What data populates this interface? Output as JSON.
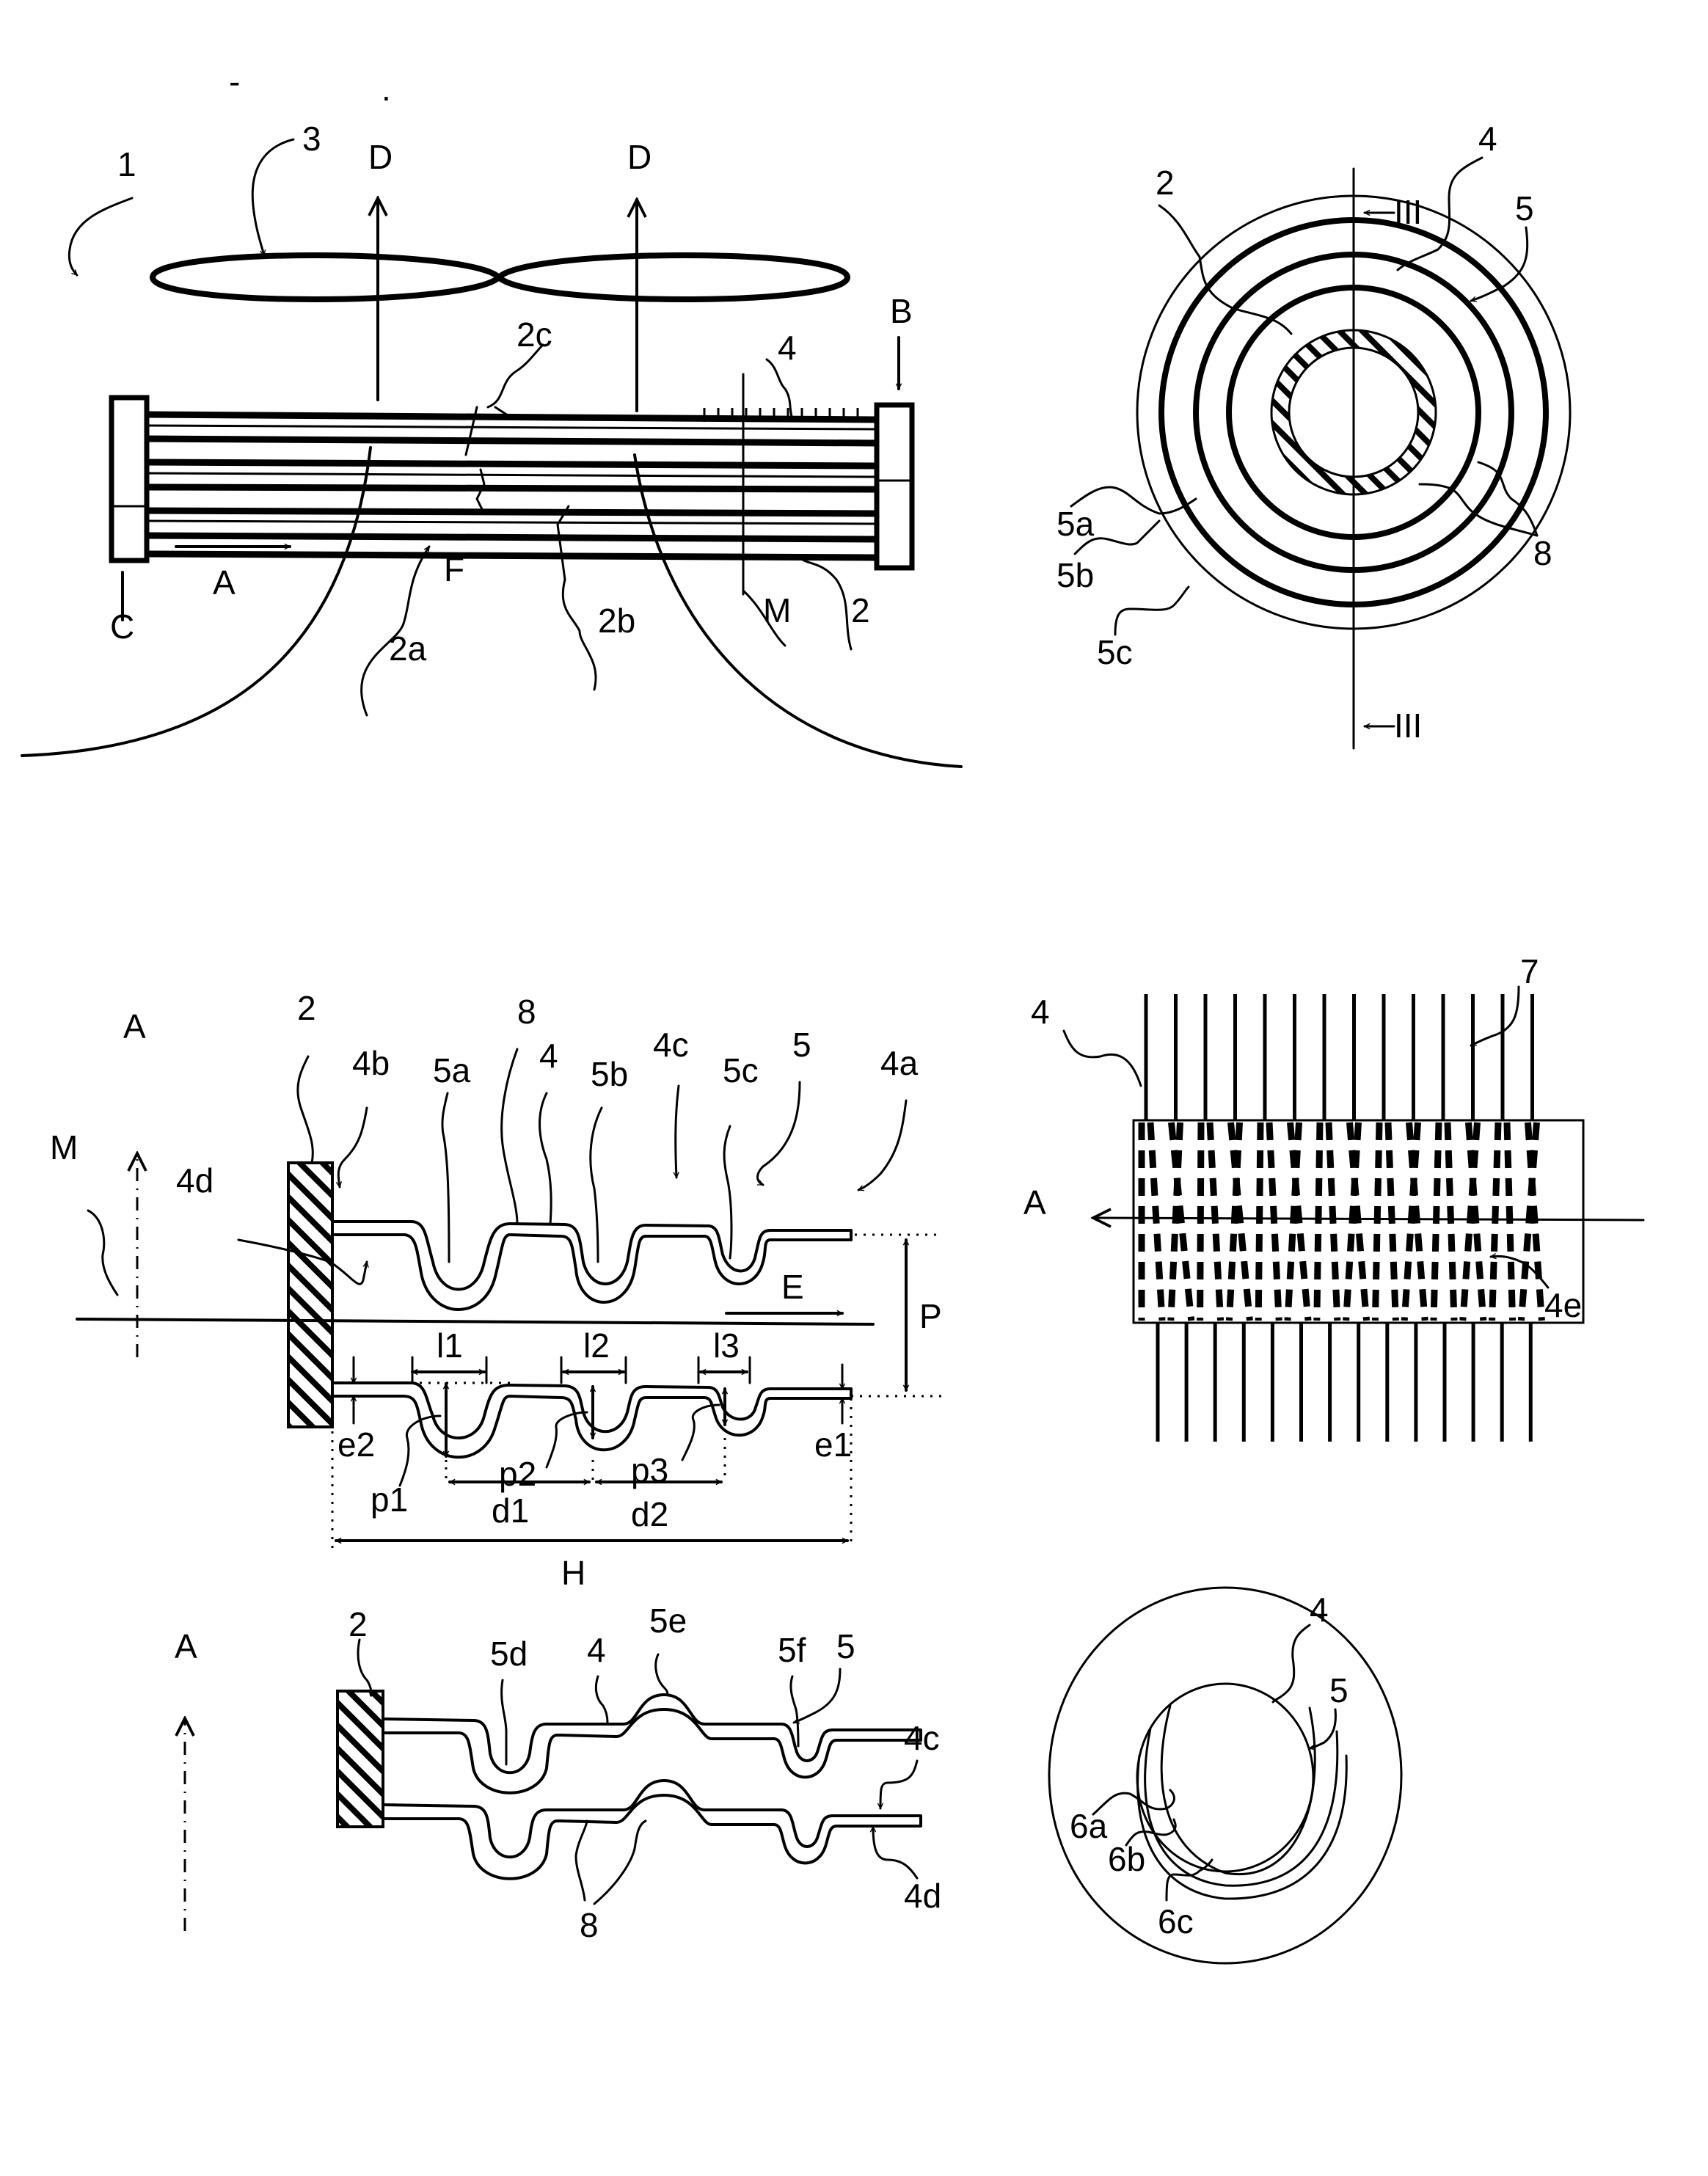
{
  "page": {
    "type": "patent drawing sheet",
    "stray_marks": [
      "-",
      "."
    ]
  },
  "figures": [
    {
      "id": "fig-heat-exchanger-side",
      "description": "Tube bundle heat exchanger with fan, flow arrows and airflow",
      "labels": {
        "assembly": "1",
        "fan": "3",
        "air_out_left": "D",
        "air_out_right": "D",
        "inlet": "B",
        "outlet": "C",
        "flow_direction": "A",
        "fins": "4",
        "tube_a": "2a",
        "tube_b": "2b",
        "tube_c": "2c",
        "flow": "F",
        "section_line": "M",
        "tube": "2"
      }
    },
    {
      "id": "fig-fin-front",
      "description": "Circular fin cross-section with concentric corrugations",
      "labels": {
        "section_top": "III",
        "section_bottom": "III",
        "tube": "2",
        "fin": "4",
        "corrugations": "5",
        "ring_a": "5a",
        "ring_b": "5b",
        "ring_c": "5c",
        "flat_zone": "8"
      }
    },
    {
      "id": "fig-fin-section",
      "description": "Section III-III through fin with dimensions",
      "labels": {
        "flow_direction": "A",
        "tube": "2",
        "fin_base": "4b",
        "axis": "M",
        "fin_inner_face": "4d",
        "corrugation_a": "5a",
        "flat_zone": "8",
        "fin": "4",
        "corrugation_b": "5b",
        "fin_outer_face": "4c",
        "corrugation_c": "5c",
        "corrugations": "5",
        "fin_tip": "4a",
        "extension_direction": "E",
        "fin_pitch": "P",
        "width_1": "l1",
        "width_2": "l2",
        "width_3": "l3",
        "thickness_tip": "e1",
        "thickness_base": "e2",
        "depth_1": "p1",
        "depth_2": "p2",
        "depth_3": "p3",
        "spacing_1": "d1",
        "spacing_2": "d2",
        "fin_height": "H"
      }
    },
    {
      "id": "fig-fin-stack",
      "description": "Stack of fins with staggered corrugations",
      "labels": {
        "fin": "4",
        "stack": "7",
        "flow_direction": "A",
        "corrugation_end": "4e"
      },
      "fin_count": 14
    },
    {
      "id": "fig-fin-section-alt",
      "description": "Alternative fin section with mixed corrugations",
      "labels": {
        "flow_direction": "A",
        "tube": "2",
        "corrugation_d": "5d",
        "fin": "4",
        "corrugation_e": "5e",
        "corrugation_f": "5f",
        "corrugations": "5",
        "fin_outer_face": "4c",
        "fin_inner_face": "4d",
        "flat_zone": "8"
      }
    },
    {
      "id": "fig-fin-eccentric",
      "description": "Fin with eccentric corrugation rings",
      "labels": {
        "fin": "4",
        "corrugations": "5",
        "ring_a": "6a",
        "ring_b": "6b",
        "ring_c": "6c"
      }
    }
  ]
}
